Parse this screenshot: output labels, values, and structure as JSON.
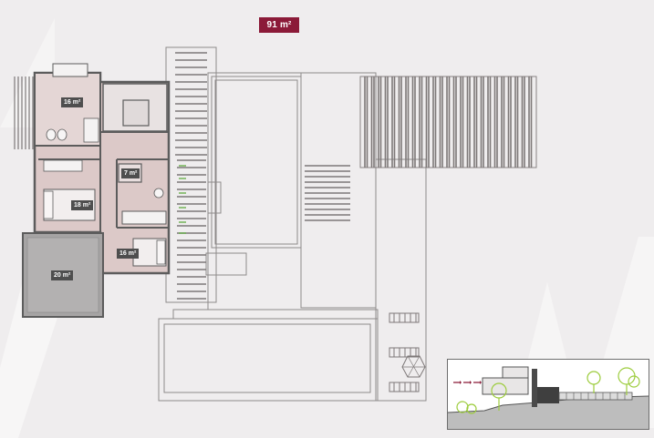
{
  "header": {
    "total_area": "91 m²"
  },
  "rooms": [
    {
      "id": "bathroom",
      "label": "16 m²"
    },
    {
      "id": "wc",
      "label": "7 m²"
    },
    {
      "id": "bedroom-1",
      "label": "18 m²"
    },
    {
      "id": "bedroom-2",
      "label": "16 m²"
    },
    {
      "id": "terrace",
      "label": "20 m²"
    }
  ],
  "colors": {
    "highlight_fill": "#dcc9c8",
    "badge": "#8b1a38",
    "label_bg": "#4e4e4e",
    "wall": "#5c5c5c",
    "terrace": "#a6a4a4",
    "vegetation": "#9ccc3c"
  },
  "icons": {
    "section_arrow": "arrow-right-icon"
  }
}
